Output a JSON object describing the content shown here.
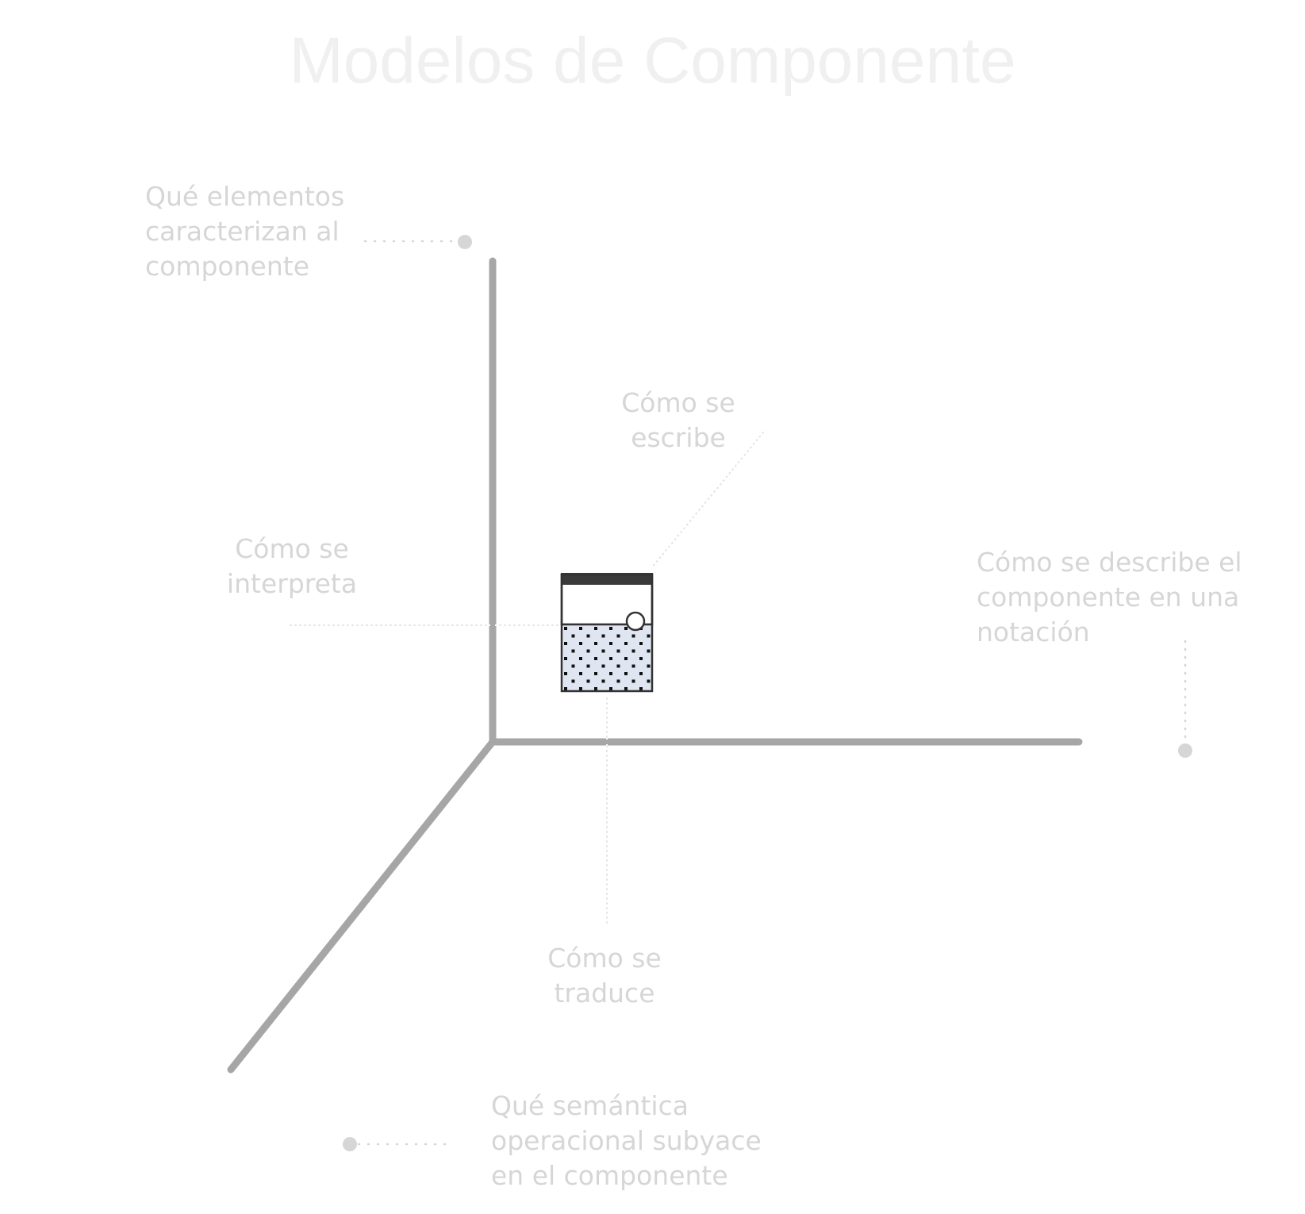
{
  "title": "Modelos de Componente",
  "labels": {
    "elements": [
      "Qué elementos",
      "caracterizan al",
      "componente"
    ],
    "writing": [
      "Cómo se",
      "escribe"
    ],
    "interpret": [
      "Cómo se",
      "interpreta"
    ],
    "notation": [
      "Cómo se describe el",
      "componente en una",
      "notación"
    ],
    "translate": [
      "Cómo se",
      "traduce"
    ],
    "semantics": [
      "Qué semántica",
      "operacional subyace",
      "en el componente"
    ]
  },
  "colors": {
    "axis": "#a6a6a6",
    "guide": "#e0e0e0",
    "dot": "#d6d6d6",
    "box_border": "#333333",
    "box_header": "#3a3a3a",
    "box_fill": "#dfe6f2",
    "box_dots": "#111111",
    "label": "#d6d6d6",
    "title": "#f0f0f0"
  }
}
